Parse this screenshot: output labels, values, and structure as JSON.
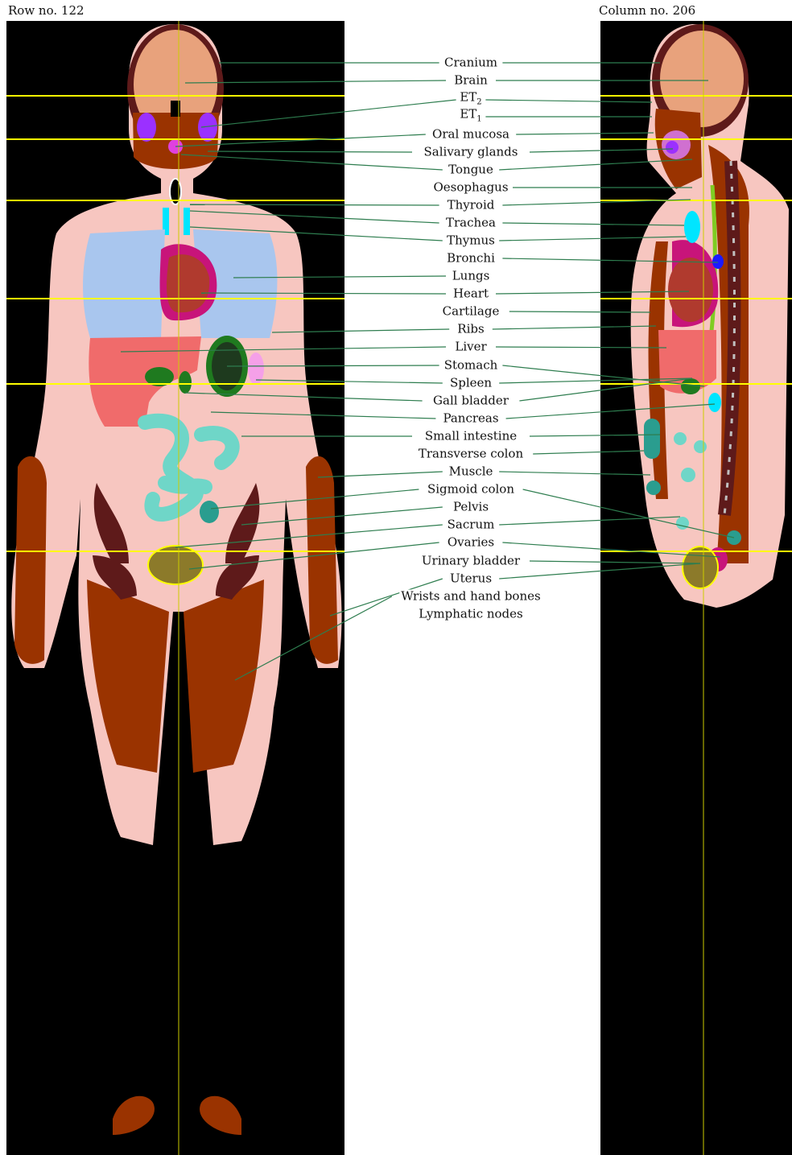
{
  "headers": {
    "left": "Row no. 122",
    "right": "Column no. 206"
  },
  "labels": [
    {
      "text": "Cranium",
      "sub": ""
    },
    {
      "text": "Brain",
      "sub": ""
    },
    {
      "text": "ET",
      "sub": "2"
    },
    {
      "text": "ET",
      "sub": "1"
    },
    {
      "text": "Oral mucosa",
      "sub": ""
    },
    {
      "text": "Salivary glands",
      "sub": ""
    },
    {
      "text": "Tongue",
      "sub": ""
    },
    {
      "text": "Oesophagus",
      "sub": ""
    },
    {
      "text": "Thyroid",
      "sub": ""
    },
    {
      "text": "Trachea",
      "sub": ""
    },
    {
      "text": "Thymus",
      "sub": ""
    },
    {
      "text": "Bronchi",
      "sub": ""
    },
    {
      "text": "Lungs",
      "sub": ""
    },
    {
      "text": "Heart",
      "sub": ""
    },
    {
      "text": "Cartilage",
      "sub": ""
    },
    {
      "text": "Ribs",
      "sub": ""
    },
    {
      "text": "Liver",
      "sub": ""
    },
    {
      "text": "Stomach",
      "sub": ""
    },
    {
      "text": "Spleen",
      "sub": ""
    },
    {
      "text": "Gall bladder",
      "sub": ""
    },
    {
      "text": "Pancreas",
      "sub": ""
    },
    {
      "text": "Small intestine",
      "sub": ""
    },
    {
      "text": "Transverse colon",
      "sub": ""
    },
    {
      "text": "Muscle",
      "sub": ""
    },
    {
      "text": "Sigmoid colon",
      "sub": ""
    },
    {
      "text": "Pelvis",
      "sub": ""
    },
    {
      "text": "Sacrum",
      "sub": ""
    },
    {
      "text": "Ovaries",
      "sub": ""
    },
    {
      "text": "Urinary bladder",
      "sub": ""
    },
    {
      "text": "Uterus",
      "sub": ""
    },
    {
      "text": "Wrists and hand bones",
      "sub": ""
    },
    {
      "text": "Lymphatic nodes",
      "sub": ""
    }
  ],
  "colors": {
    "background": "#000000",
    "skin": "#f7c6c0",
    "muscle": "#9a3300",
    "bone": "#5e1a1a",
    "brain": "#e8a27c",
    "lungs": "#a9c6ee",
    "heart": "#b03a2e",
    "heart_wall": "#c8147a",
    "liver": "#f06b6b",
    "intestine": "#6fd6c8",
    "bladder": "#8c7a2a",
    "guide_line": "#ffff00",
    "leader": "#2e7d4f"
  }
}
